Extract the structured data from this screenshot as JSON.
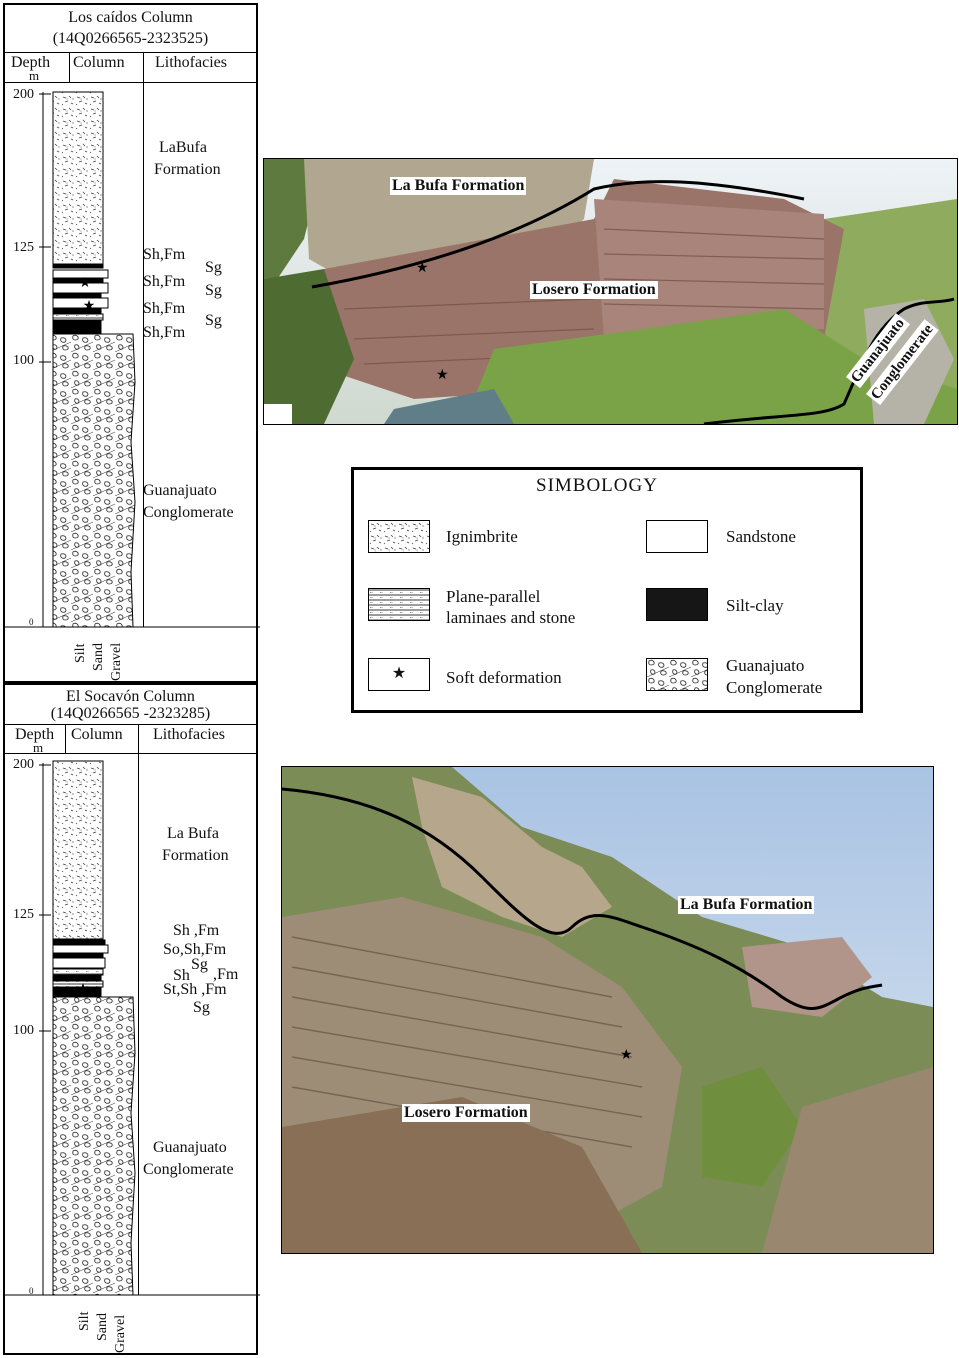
{
  "columns": [
    {
      "title_line1": "Los caídos Column",
      "title_line2": "(14Q0266565-2323525)",
      "headers": {
        "depth": "Depth",
        "depth_unit": "m",
        "column": "Column",
        "lithofacies": "Lithofacies"
      },
      "depth_ticks": [
        "200",
        "125",
        "100",
        "0"
      ],
      "grain_sizes": [
        "Silt",
        "Sand",
        "Gravel"
      ],
      "units": [
        {
          "label_line1": "LaBufa",
          "label_line2": "Formation"
        },
        {
          "label_line1": "Guanajuato",
          "label_line2": "Conglomerate"
        }
      ],
      "facies": [
        "Sh,Fm",
        "Sg",
        "Sh,Fm",
        "Sg",
        "Sh,Fm",
        "Sg",
        "Sh,Fm"
      ]
    },
    {
      "title_line1": "El Socavón Column",
      "title_line2": "(14Q0266565 -2323285)",
      "headers": {
        "depth": "Depth",
        "depth_unit": "m",
        "column": "Column",
        "lithofacies": "Lithofacies"
      },
      "depth_ticks": [
        "200",
        "125",
        "100",
        "0"
      ],
      "grain_sizes": [
        "Silt",
        "Sand",
        "Gravel"
      ],
      "units": [
        {
          "label_line1": "La Bufa",
          "label_line2": "Formation"
        },
        {
          "label_line1": "Guanajuato",
          "label_line2": "Conglomerate"
        }
      ],
      "facies": [
        "Sh ,Fm",
        "So,Sh,Fm",
        "Sg",
        "Sh",
        ",Fm",
        "St,Sh ,Fm",
        "Sg"
      ]
    }
  ],
  "photo1": {
    "labels": [
      "La Bufa Formation",
      "Losero Formation",
      "Guanajuato",
      "Conglomerate"
    ]
  },
  "photo2": {
    "labels": [
      "La Bufa Formation",
      "Losero Formation"
    ]
  },
  "legend": {
    "title": "SIMBOLOGY",
    "items": [
      {
        "line1": "Ignimbrite",
        "line2": ""
      },
      {
        "line1": "Sandstone",
        "line2": ""
      },
      {
        "line1": "Plane-parallel",
        "line2": "laminaes and stone"
      },
      {
        "line1": "Silt-clay",
        "line2": ""
      },
      {
        "line1": "Soft deformation",
        "line2": ""
      },
      {
        "line1": "Guanajuato",
        "line2": "Conglomerate"
      }
    ]
  }
}
